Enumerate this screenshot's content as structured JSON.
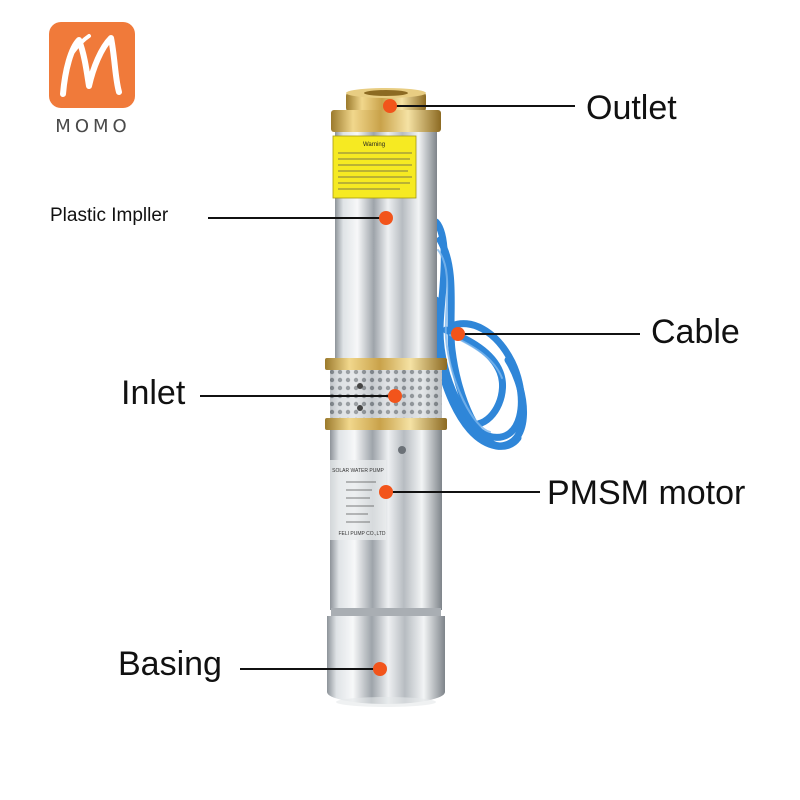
{
  "brand": {
    "name": "MOMO",
    "color": "#f07a3a"
  },
  "colors": {
    "callout_dot": "#f2541b",
    "cable": "#2f86d8",
    "brass": "#c9a24a",
    "steel": "#c8ccd0"
  },
  "callouts": {
    "outlet": "Outlet",
    "impeller": "Plastic Impller",
    "cable": "Cable",
    "inlet": "Inlet",
    "motor": "PMSM motor",
    "basing": "Basing"
  },
  "warning_label": {
    "heading": "Warning"
  },
  "nameplate": {
    "title": "SOLAR WATER PUMP",
    "maker": "FELI PUMP CO.,LTD"
  }
}
